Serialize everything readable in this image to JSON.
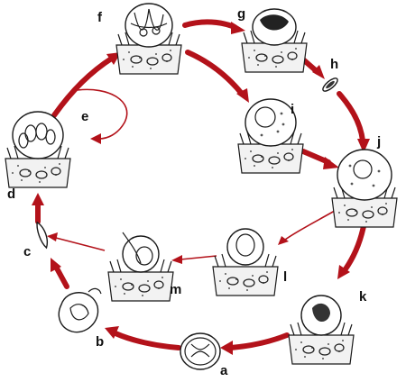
{
  "stage_labels": {
    "a": "a",
    "b": "b",
    "c": "c",
    "d": "d",
    "e": "e",
    "f": "f",
    "g": "g",
    "h": "h",
    "i": "i",
    "j": "j",
    "k": "k",
    "l": "l",
    "m": "m"
  },
  "colors": {
    "arrow": "#b3121a",
    "ink": "#1a1a1a",
    "background": "#ffffff"
  }
}
